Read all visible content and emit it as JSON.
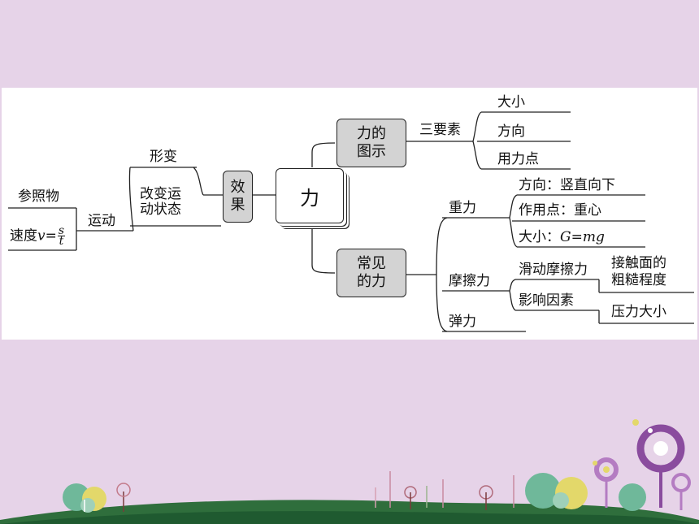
{
  "diagram": {
    "center": "力",
    "effect_box": "效\n果",
    "diagram_box": "力的\n图示",
    "common_box": "常见\n的力",
    "effect": {
      "deform": "形变",
      "change_motion": "改变运\n动状态",
      "motion": "运动",
      "reference": "参照物",
      "speed_prefix": "速度",
      "speed_var": "v",
      "speed_eq": "=",
      "speed_num": "s",
      "speed_den": "t"
    },
    "elements": {
      "title": "三要素",
      "items": [
        "大小",
        "方向",
        "用力点"
      ]
    },
    "gravity": {
      "title": "重力",
      "direction": "方向：竖直向下",
      "point": "作用点：重心",
      "size_prefix": "大小：",
      "size_formula": "G=mg"
    },
    "friction": {
      "title": "摩擦力",
      "sliding": "滑动摩擦力",
      "factors": "影响因素",
      "surface": "接触面的\n粗糙程度",
      "pressure": "压力大小"
    },
    "elastic": "弹力"
  },
  "colors": {
    "background": "#e6d3e8",
    "box_fill": "#d3d3d3",
    "line": "#222222"
  }
}
